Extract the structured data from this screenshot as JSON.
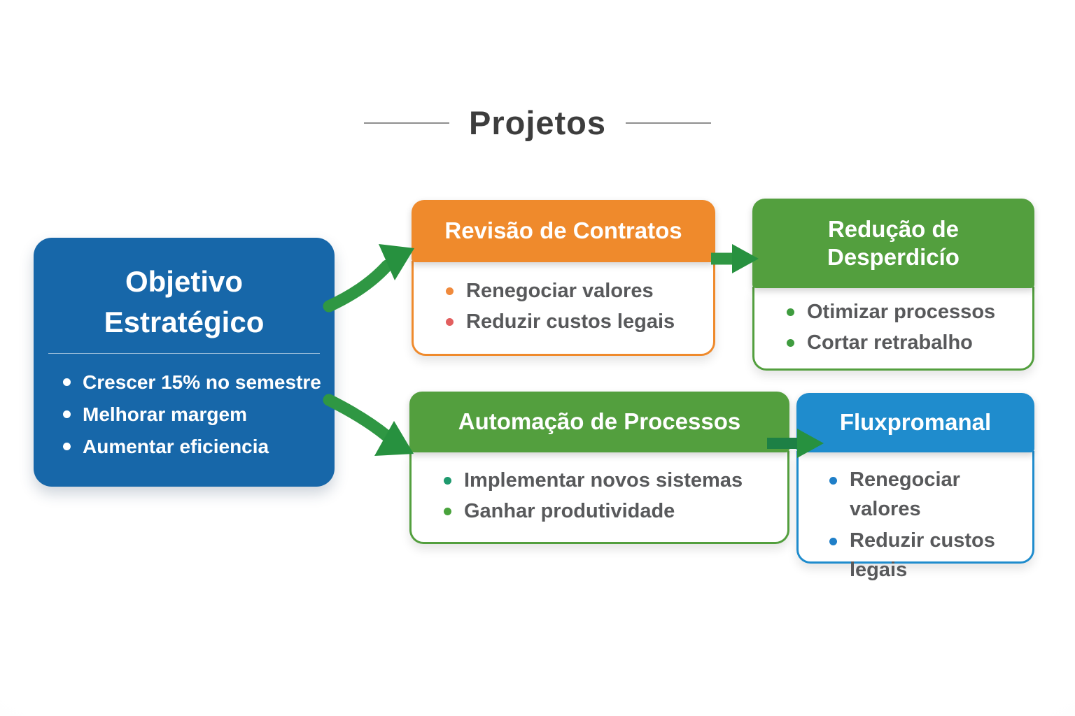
{
  "title": {
    "text": "Projetos"
  },
  "objective": {
    "title": "Objetivo Estratégico",
    "items": [
      "Crescer 15% no semestre",
      "Melhorar margem",
      "Aumentar eficiencia"
    ]
  },
  "projects": [
    {
      "title": "Revisão de Contratos",
      "items": [
        "Renegociar valores",
        "Reduzir custos legais"
      ]
    },
    {
      "title": "Redução de Desperdicío",
      "items": [
        "Otimizar processos",
        "Cortar retrabalho"
      ]
    },
    {
      "title": "Automação de Processos",
      "items": [
        "Implementar novos sistemas",
        "Ganhar produtividade"
      ]
    },
    {
      "title": "Fluxpromanal",
      "items": [
        "Renegociar valores",
        "Reduzir custos legais"
      ]
    }
  ],
  "colors": {
    "objective_blue": "#1767a9",
    "project_orange": "#ef8a2c",
    "project_green": "#539f3e",
    "project_light_blue": "#1f8ccd",
    "arrow_green": "#2f9743",
    "arrow_head_green": "#27913f",
    "bullet_orange": "#f08a3c",
    "bullet_red": "#e25f5f",
    "bullet_green": "#3f9c3f",
    "bullet_teal": "#1f9a6e",
    "bullet_blue": "#1f7fc8",
    "title_text": "#3d3d3d",
    "body_text": "#58595b"
  }
}
